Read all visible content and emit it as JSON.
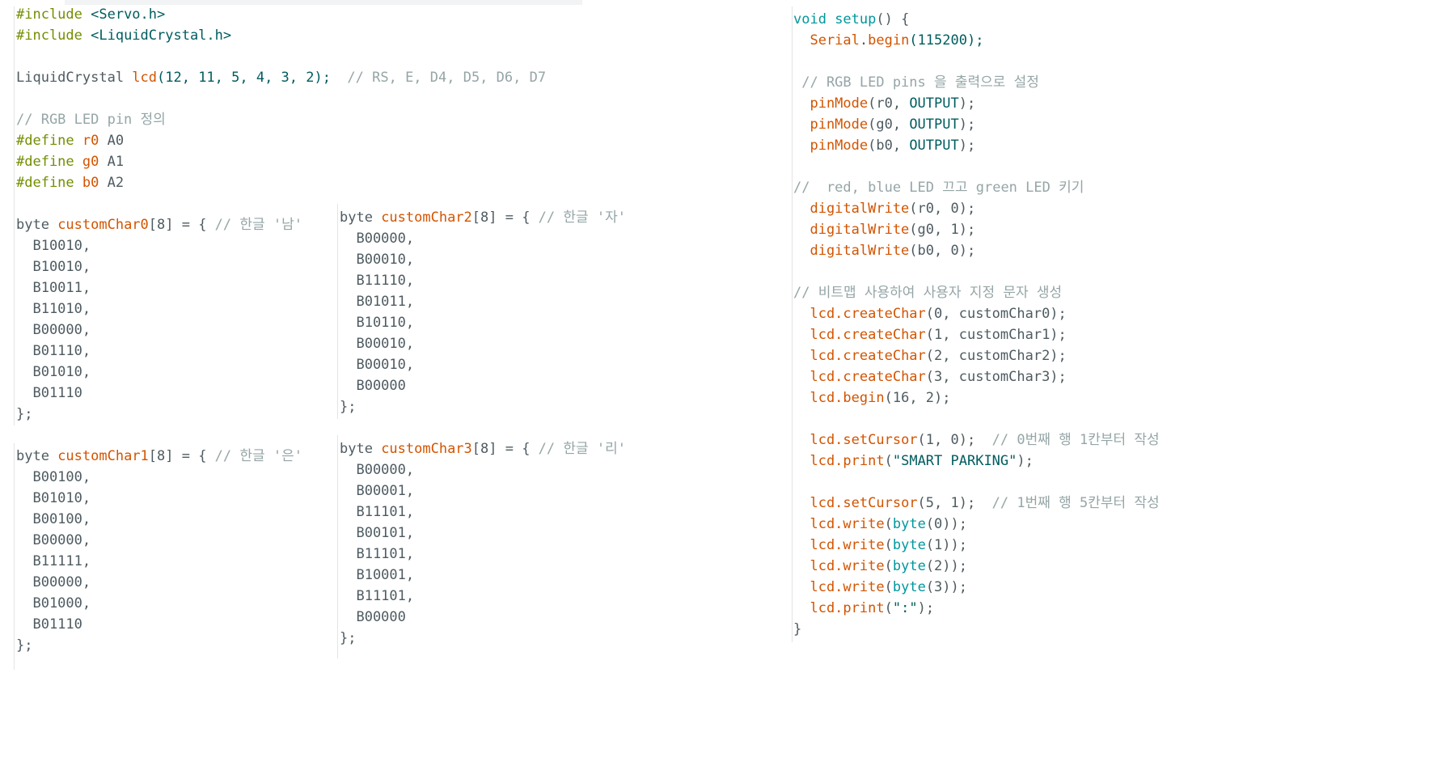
{
  "colors": {
    "text": "#4e5b61",
    "preprocessor": "#728e00",
    "comment": "#95a5a6",
    "keyword": "#00979d",
    "function": "#d35400",
    "number": "#005c5f",
    "background": "#ffffff"
  },
  "header": {
    "l1a": "#include",
    "l1b": " <Servo.h>",
    "l2a": "#include",
    "l2b": " <LiquidCrystal.h>",
    "l4a": "LiquidCrystal ",
    "l4b": "lcd",
    "l4c": "(12, 11, 5, 4, 3, 2);  ",
    "l4d": "// RS, E, D4, D5, D6, D7",
    "l6": "// RGB LED pin 정의",
    "d1a": "#define",
    "d1b": " r0",
    "d1c": " A0",
    "d2a": "#define",
    "d2b": " g0",
    "d2c": " A1",
    "d3a": "#define",
    "d3b": " b0",
    "d3c": " A2"
  },
  "char0": {
    "decl_type": "byte ",
    "decl_name": "customChar0",
    "decl_rest": "[8] = { ",
    "decl_comment": "// 한글 '남'",
    "rows": [
      "  B10010,",
      "  B10010,",
      "  B10011,",
      "  B11010,",
      "  B00000,",
      "  B01110,",
      "  B01010,",
      "  B01110"
    ],
    "close": "};"
  },
  "char1": {
    "decl_type": "byte ",
    "decl_name": "customChar1",
    "decl_rest": "[8] = { ",
    "decl_comment": "// 한글 '은'",
    "rows": [
      "  B00100,",
      "  B01010,",
      "  B00100,",
      "  B00000,",
      "  B11111,",
      "  B00000,",
      "  B01000,",
      "  B01110"
    ],
    "close": "};"
  },
  "char2": {
    "decl_type": "byte ",
    "decl_name": "customChar2",
    "decl_rest": "[8] = { ",
    "decl_comment": "// 한글 '자'",
    "rows": [
      "  B00000,",
      "  B00010,",
      "  B11110,",
      "  B01011,",
      "  B10110,",
      "  B00010,",
      "  B00010,",
      "  B00000"
    ],
    "close": "};"
  },
  "char3": {
    "decl_type": "byte ",
    "decl_name": "customChar3",
    "decl_rest": "[8] = { ",
    "decl_comment": "// 한글 '리'",
    "rows": [
      "  B00000,",
      "  B00001,",
      "  B11101,",
      "  B00101,",
      "  B11101,",
      "  B10001,",
      "  B11101,",
      "  B00000"
    ],
    "close": "};"
  },
  "setup": {
    "l1a": "void",
    "l1b": " setup",
    "l1c": "() {",
    "l2a": "  Serial",
    "l2b": ".",
    "l2c": "begin",
    "l2d": "(115200);",
    "l4": " // RGB LED pins 을 출력으로 설정",
    "pm1a": "  pinMode",
    "pm1b": "(r0, ",
    "pm1c": "OUTPUT",
    "pm1d": ");",
    "pm2a": "  pinMode",
    "pm2b": "(g0, ",
    "pm2c": "OUTPUT",
    "pm2d": ");",
    "pm3a": "  pinMode",
    "pm3b": "(b0, ",
    "pm3c": "OUTPUT",
    "pm3d": ");",
    "l9": "//  red, blue LED 끄고 green LED 키기",
    "dw1a": "  digitalWrite",
    "dw1b": "(r0, 0);",
    "dw2a": "  digitalWrite",
    "dw2b": "(g0, 1);",
    "dw3a": "  digitalWrite",
    "dw3b": "(b0, 0);",
    "l14": "// 비트맵 사용하여 사용자 지정 문자 생성",
    "cc0a": "  lcd.",
    "cc0b": "createChar",
    "cc0c": "(0, customChar0);",
    "cc1a": "  lcd.",
    "cc1b": "createChar",
    "cc1c": "(1, customChar1);",
    "cc2a": "  lcd.",
    "cc2b": "createChar",
    "cc2c": "(2, customChar2);",
    "cc3a": "  lcd.",
    "cc3b": "createChar",
    "cc3c": "(3, customChar3);",
    "bga": "  lcd.",
    "bgb": "begin",
    "bgc": "(16, 2);",
    "sc1a": "  lcd.",
    "sc1b": "setCursor",
    "sc1c": "(1, 0);  ",
    "sc1d": "// 0번째 행 1칸부터 작성",
    "pr1a": "  lcd.",
    "pr1b": "print",
    "pr1c": "(",
    "pr1d": "\"SMART PARKING\"",
    "pr1e": ");",
    "sc2a": "  lcd.",
    "sc2b": "setCursor",
    "sc2c": "(5, 1);  ",
    "sc2d": "// 1번째 행 5칸부터 작성",
    "w0a": "  lcd.",
    "w0b": "write",
    "w0c": "(",
    "w0d": "byte",
    "w0e": "(0));",
    "w1a": "  lcd.",
    "w1b": "write",
    "w1c": "(",
    "w1d": "byte",
    "w1e": "(1));",
    "w2a": "  lcd.",
    "w2b": "write",
    "w2c": "(",
    "w2d": "byte",
    "w2e": "(2));",
    "w3a": "  lcd.",
    "w3b": "write",
    "w3c": "(",
    "w3d": "byte",
    "w3e": "(3));",
    "pr2a": "  lcd.",
    "pr2b": "print",
    "pr2c": "(",
    "pr2d": "\":\"",
    "pr2e": ");",
    "close": "}"
  }
}
